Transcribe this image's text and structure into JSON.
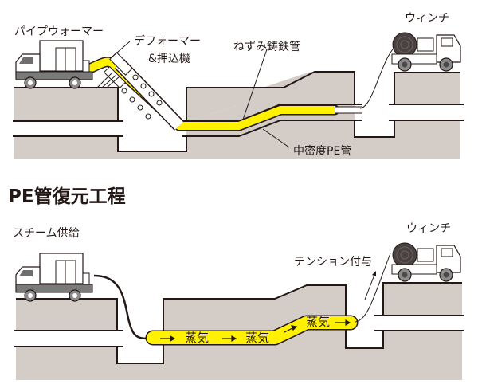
{
  "colors": {
    "ground": "#d3ccc7",
    "pe_pipe": "#fff100",
    "outline": "#231815",
    "background": "#ffffff"
  },
  "top_panel": {
    "labels": {
      "pipe_warmer": "パイプウォーマー",
      "deformer_line1": "デフォーマー",
      "deformer_line2": "&押込機",
      "cast_iron_pipe": "ねずみ鋳鉄管",
      "winch": "ウィンチ",
      "pe_pipe": "中密度PE管"
    }
  },
  "section_title": "PE管復元工程",
  "bottom_panel": {
    "labels": {
      "steam_supply": "スチーム供給",
      "winch": "ウィンチ",
      "tension": "テンション付与",
      "steam": [
        "蒸気",
        "蒸気",
        "蒸気"
      ]
    }
  }
}
